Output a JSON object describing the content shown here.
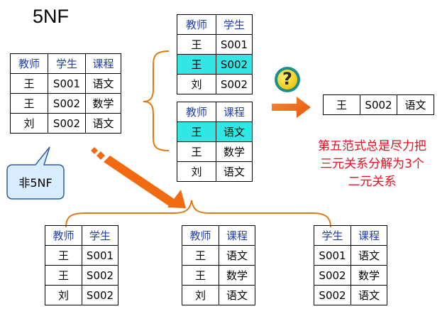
{
  "title": "5NF",
  "original_table": {
    "headers": [
      "教师",
      "学生",
      "课程"
    ],
    "rows": [
      [
        "王",
        "S001",
        "语文"
      ],
      [
        "王",
        "S002",
        "数学"
      ],
      [
        "刘",
        "S002",
        "语文"
      ]
    ]
  },
  "callout_label": "非5NF",
  "top_right_tables": [
    {
      "headers": [
        "教师",
        "学生"
      ],
      "rows": [
        [
          "王",
          "S001"
        ],
        [
          "王",
          "S002"
        ],
        [
          "刘",
          "S002"
        ]
      ],
      "highlight_row": 1
    },
    {
      "headers": [
        "教师",
        "课程"
      ],
      "rows": [
        [
          "王",
          "语文"
        ],
        [
          "王",
          "数学"
        ],
        [
          "刘",
          "语文"
        ]
      ],
      "highlight_row": 0
    }
  ],
  "question_mark": "?",
  "join_result_row": [
    "王",
    "S002",
    "语文"
  ],
  "note_lines": [
    "第五范式总是尽力把",
    "三元关系分解为3个",
    "二元关系"
  ],
  "bottom_tables": [
    {
      "headers": [
        "教师",
        "学生"
      ],
      "rows": [
        [
          "王",
          "S001"
        ],
        [
          "王",
          "S002"
        ],
        [
          "刘",
          "S002"
        ]
      ]
    },
    {
      "headers": [
        "教师",
        "课程"
      ],
      "rows": [
        [
          "王",
          "语文"
        ],
        [
          "王",
          "数学"
        ],
        [
          "刘",
          "语文"
        ]
      ]
    },
    {
      "headers": [
        "学生",
        "课程"
      ],
      "rows": [
        [
          "S001",
          "语文"
        ],
        [
          "S002",
          "数学"
        ],
        [
          "S002",
          "语文"
        ]
      ]
    }
  ],
  "colors": {
    "header_text": "#1f3fae",
    "highlight": "#33e6e6",
    "arrow": "#f26a10",
    "brace": "#e07a10",
    "note_text": "#e8101e",
    "callout_fill": "#d8edff",
    "callout_border": "#2d5fa8"
  }
}
